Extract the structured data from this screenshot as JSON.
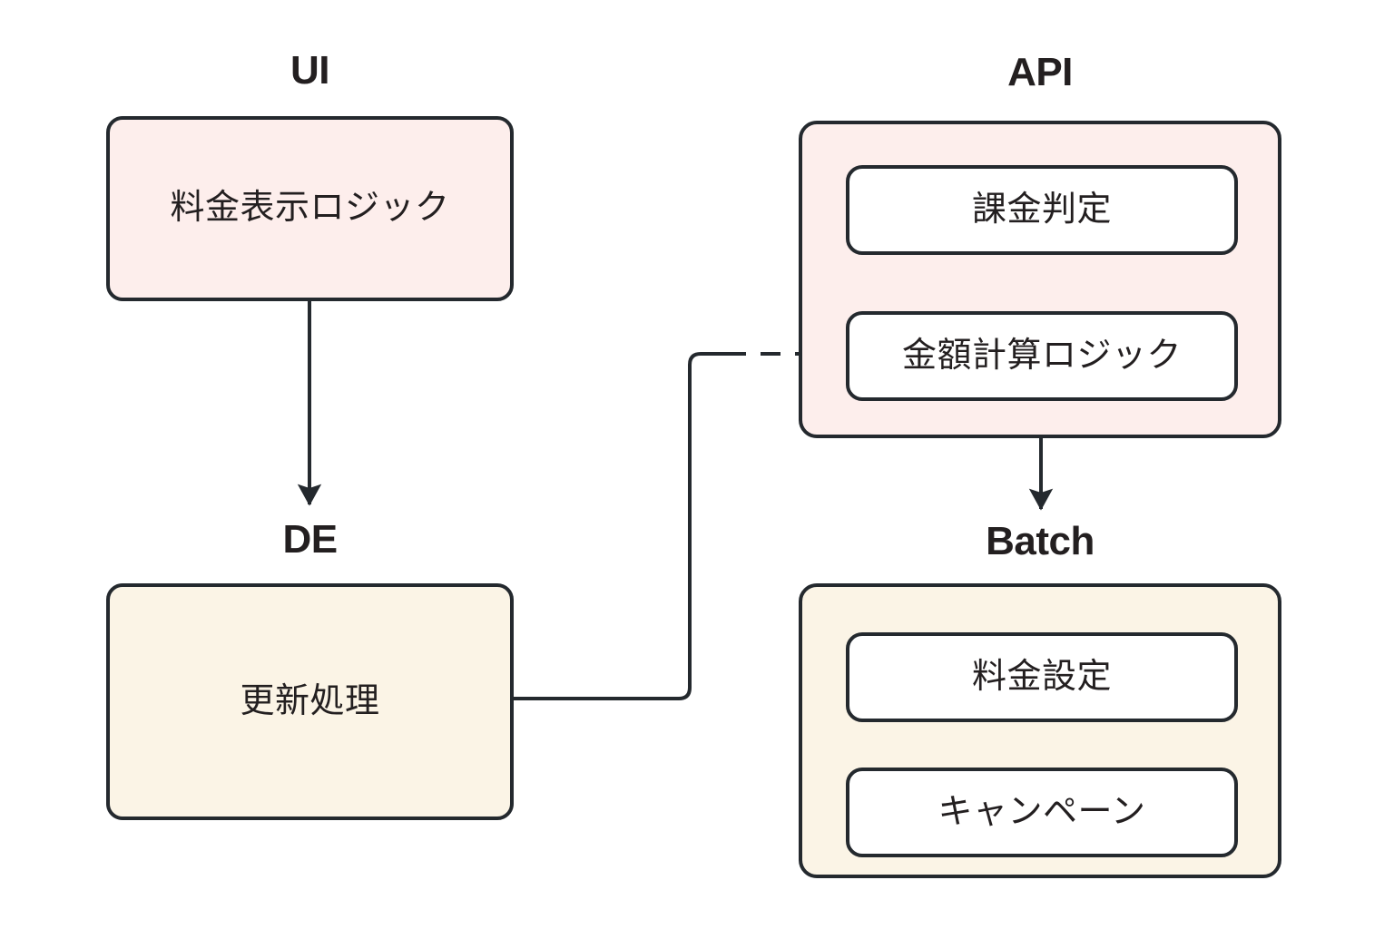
{
  "diagram": {
    "type": "architecture-flow-diagram",
    "background_color": "#ffffff",
    "stroke_color": "#24292e",
    "text_color": "#231f20",
    "fill_colors": {
      "pink": "#fdeeec",
      "cream": "#fbf4e6",
      "white": "#ffffff"
    },
    "groups": [
      {
        "id": "ui",
        "title": "UI",
        "fill": "pink",
        "nodes": [
          {
            "id": "ui-pricing-display",
            "label": "料金表示ロジック",
            "fill": "pink"
          }
        ]
      },
      {
        "id": "api",
        "title": "API",
        "fill": "pink",
        "nodes": [
          {
            "id": "api-billing-judgement",
            "label": "課金判定",
            "fill": "white"
          },
          {
            "id": "api-amount-calc",
            "label": "金額計算ロジック",
            "fill": "white"
          }
        ]
      },
      {
        "id": "de",
        "title": "DE",
        "fill": "cream",
        "nodes": [
          {
            "id": "de-update-process",
            "label": "更新処理",
            "fill": "cream"
          }
        ]
      },
      {
        "id": "batch",
        "title": "Batch",
        "fill": "cream",
        "nodes": [
          {
            "id": "batch-pricing-setting",
            "label": "料金設定",
            "fill": "white"
          },
          {
            "id": "batch-campaign",
            "label": "キャンペーン",
            "fill": "white"
          }
        ]
      }
    ],
    "edges": [
      {
        "id": "edge-ui-to-de",
        "from": "ui-pricing-display",
        "to": "de-update-process",
        "style": "solid",
        "arrow": true
      },
      {
        "id": "edge-billing-to-amount",
        "from": "api-billing-judgement",
        "to": "api-amount-calc",
        "style": "solid",
        "arrow": true
      },
      {
        "id": "edge-api-to-batch",
        "from": "api-amount-calc",
        "to": "batch-pricing-setting",
        "style": "solid",
        "arrow": true
      },
      {
        "id": "edge-de-to-api",
        "from": "de-update-process",
        "to": "api-amount-calc",
        "style": "solid-then-dashed",
        "arrow": false
      },
      {
        "id": "edge-pricing-to-campaign",
        "from": "batch-pricing-setting",
        "to": "batch-campaign",
        "style": "solid",
        "arrow": false
      }
    ]
  }
}
